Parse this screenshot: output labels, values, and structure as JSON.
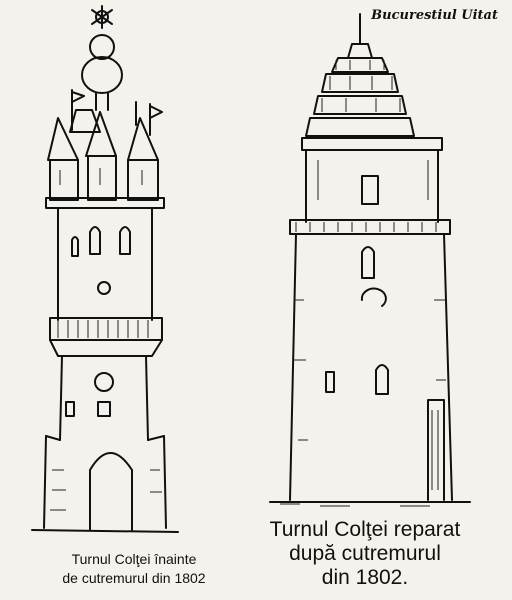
{
  "watermark": "Bucurestiul Uitat",
  "captions": {
    "left": [
      "Turnul Colţei înainte",
      "de cutremurul din 1802"
    ],
    "right": [
      "Turnul Colţei reparat",
      "după cutremurul",
      "din 1802."
    ]
  }
}
